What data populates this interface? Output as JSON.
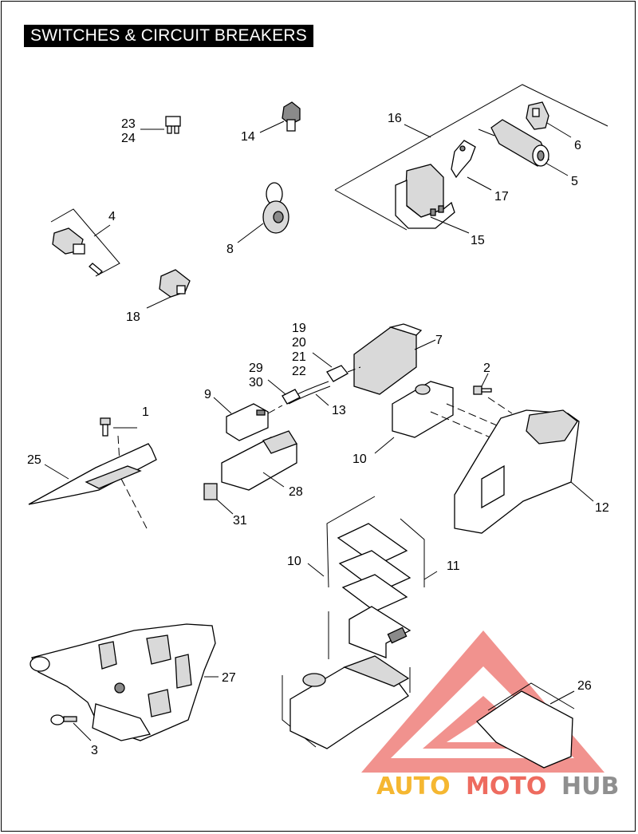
{
  "title": "SWITCHES & CIRCUIT BREAKERS",
  "labels": {
    "l1": "1",
    "l2": "2",
    "l3": "3",
    "l4": "4",
    "l5": "5",
    "l6": "6",
    "l7": "7",
    "l8": "8",
    "l9": "9",
    "l10a": "10",
    "l10b": "10",
    "l11": "11",
    "l12": "12",
    "l13": "13",
    "l14": "14",
    "l15": "15",
    "l16": "16",
    "l17": "17",
    "l18": "18",
    "l19": "19",
    "l20": "20",
    "l21": "21",
    "l22": "22",
    "l23": "23",
    "l24": "24",
    "l25": "25",
    "l26": "26",
    "l27": "27",
    "l28": "28",
    "l29": "29",
    "l30": "30",
    "l31": "31"
  },
  "watermark": {
    "auto": "AUTO",
    "moto": "MOTO",
    "hub": "HUB",
    "colors": {
      "auto": "#f5b731",
      "moto": "#ee6b5f",
      "hub": "#8f8f8f",
      "triangle": "#e63a32"
    }
  }
}
